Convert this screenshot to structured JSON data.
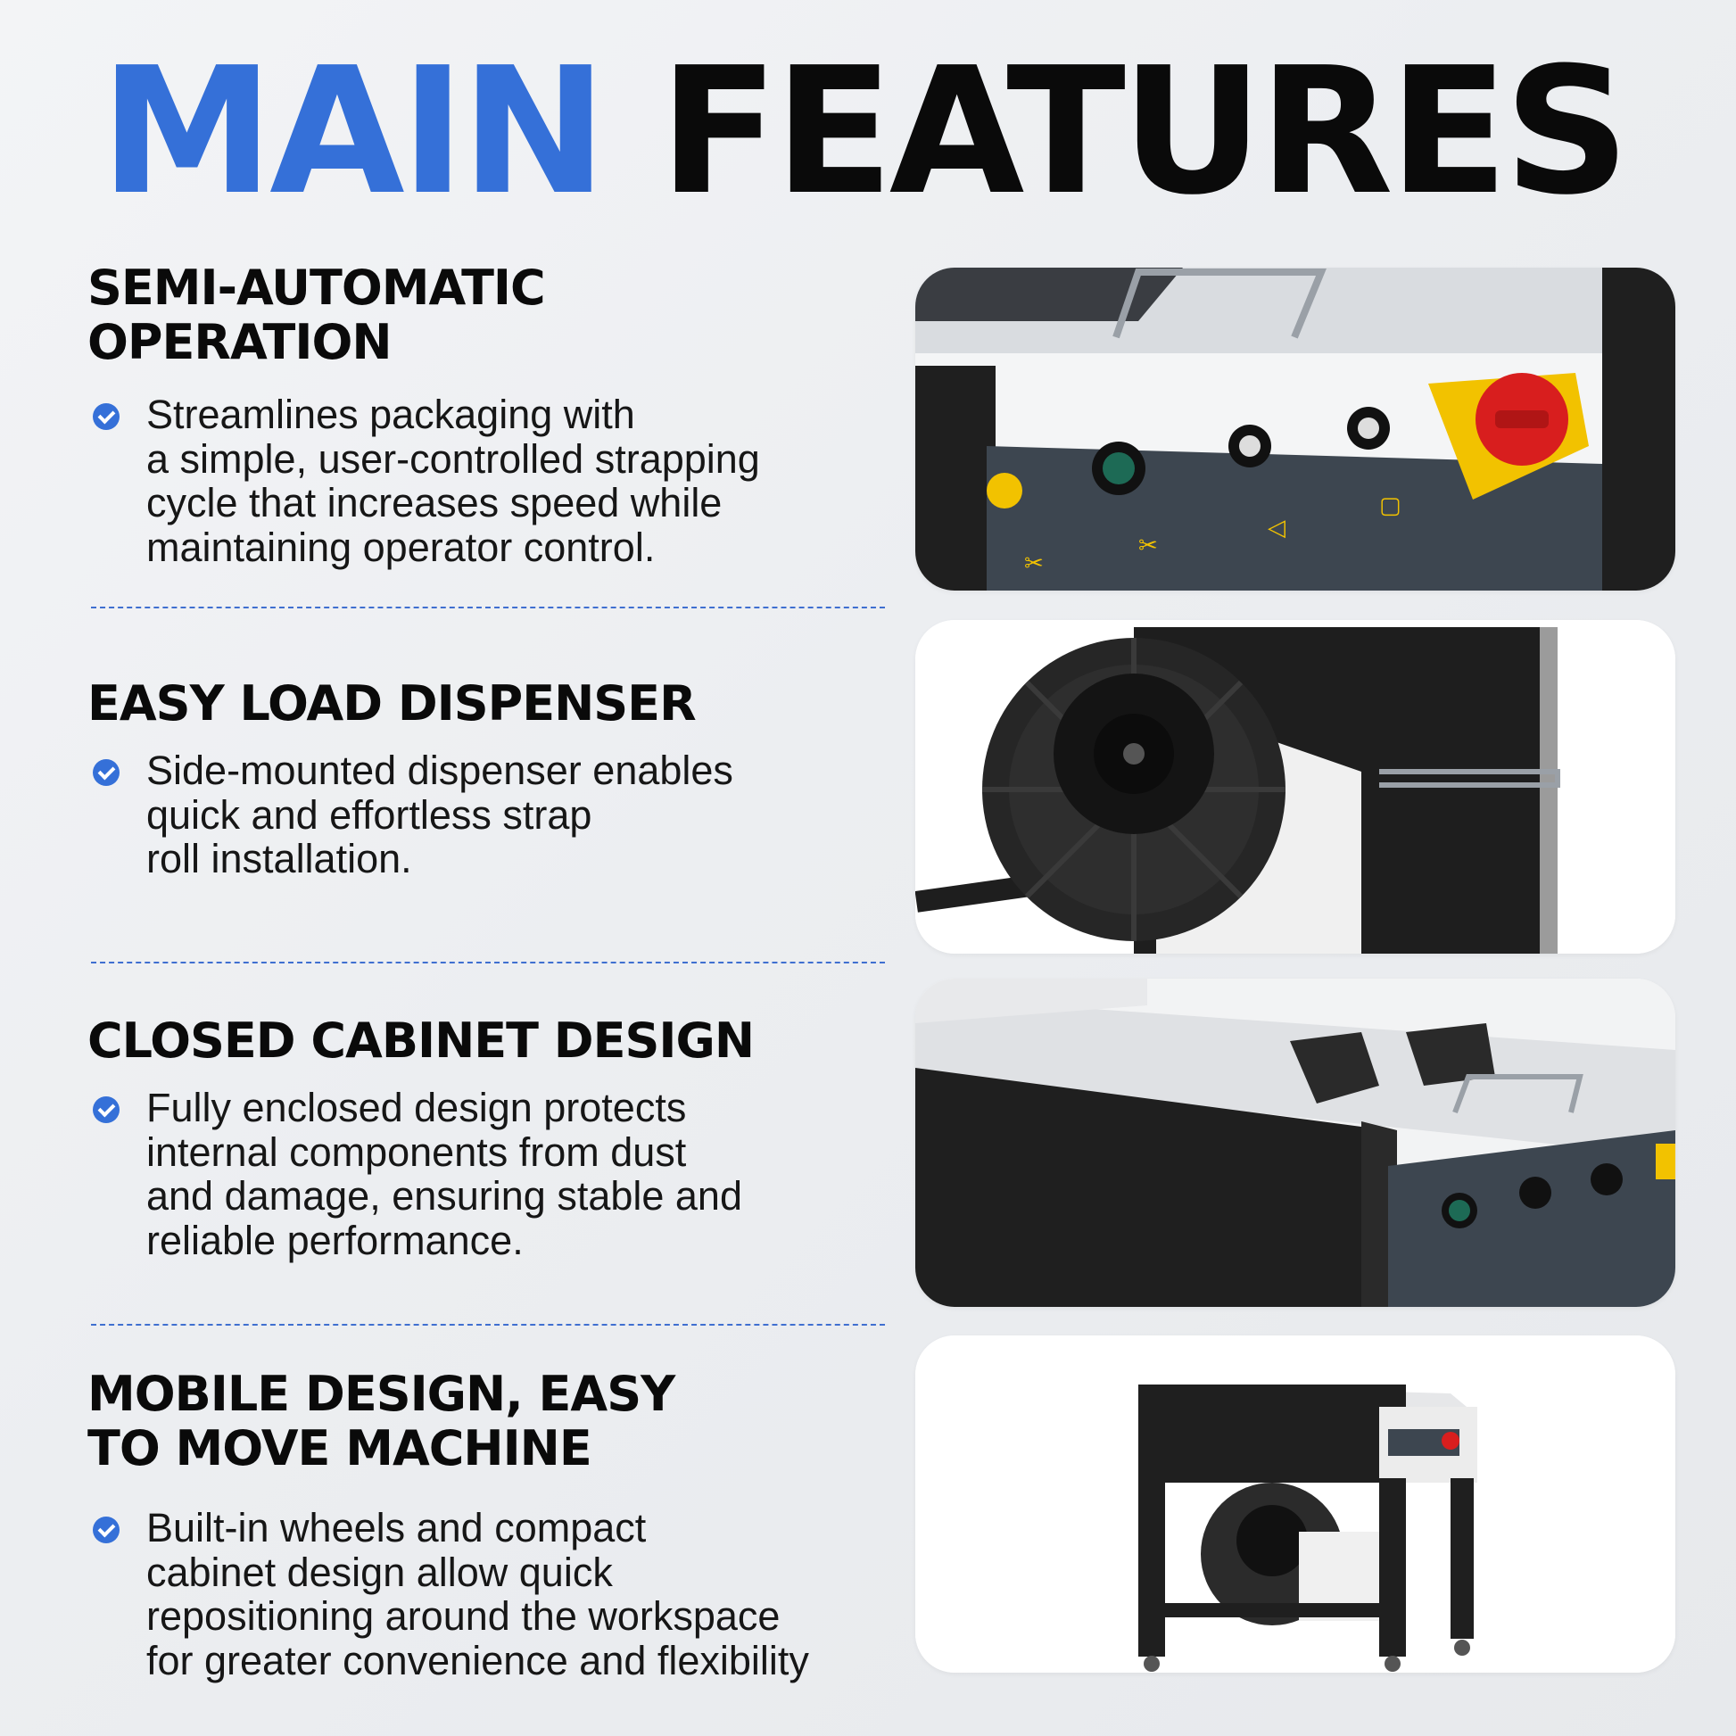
{
  "title": {
    "word1": "MAIN",
    "word2": "FEATURES"
  },
  "features": [
    {
      "heading": "SEMI-AUTOMATIC\nOPERATION",
      "text": "Streamlines packaging with\na simple, user-controlled strapping\ncycle that increases speed while\nmaintaining operator control."
    },
    {
      "heading": "EASY LOAD DISPENSER",
      "text": "Side-mounted dispenser enables\nquick and effortless strap\nroll installation."
    },
    {
      "heading": "CLOSED CABINET DESIGN",
      "text": "Fully enclosed design protects\ninternal components from dust\nand damage, ensuring stable and\nreliable performance."
    },
    {
      "heading": "MOBILE DESIGN, EASY\nTO MOVE MACHINE",
      "text": "Built-in wheels and compact\ncabinet design allow quick\nrepositioning around the workspace\nfor greater convenience and flexibility"
    }
  ],
  "icons": {
    "bullet": "check-circle-icon"
  },
  "colors": {
    "accent": "#3570d8",
    "heading": "#0a0a0a",
    "panel": "#ffffff",
    "machine": "#1f1f1f",
    "control_panel": "#3d4650"
  }
}
